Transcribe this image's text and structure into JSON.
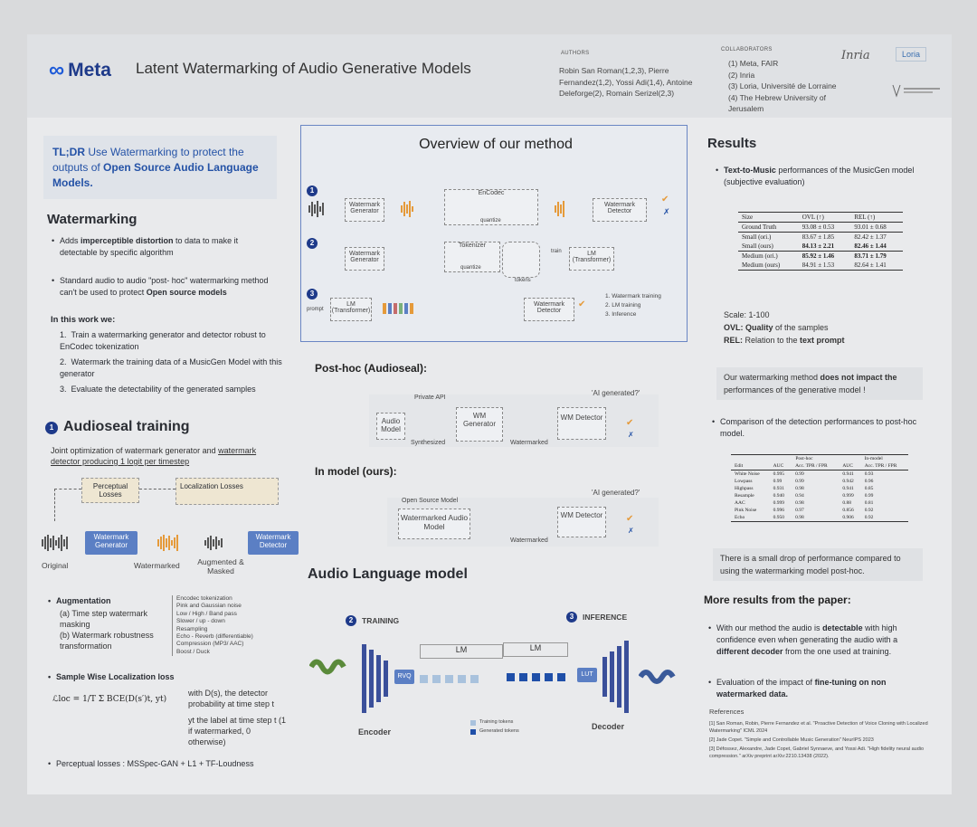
{
  "header": {
    "logo": "Meta",
    "title": "Latent Watermarking of Audio Generative Models",
    "authors_label": "AUTHORS",
    "authors": [
      "Robin San Roman(1,2,3), Pierre",
      "Fernandez(1,2), Yossi Adi(1,4), Antoine",
      "Deleforge(2), Romain Serizel(2,3)"
    ],
    "collab_label": "COLLABORATORS",
    "collaborators": [
      "(1) Meta, FAIR",
      "(2) Inria",
      "(3) Loria, Université de Lorraine",
      "(4) The Hebrew University of",
      "Jerusalem"
    ],
    "partner1": "Inria",
    "partner2": "Loria"
  },
  "tldr": {
    "t1": "TL;DR",
    "t2": " Use Watermarking to protect the outputs of ",
    "t3": "Open Source Audio Language Models."
  },
  "watermarking": {
    "heading": "Watermarking",
    "b1a": "Adds ",
    "b1b": "imperceptible distortion",
    "b1c": " to data to make it detectable by specific algorithm",
    "b2a": "Standard audio to audio \"post- hoc\" watermarking method can't be used to protect ",
    "b2b": "Open source models",
    "work_heading": "In this work we:",
    "steps": [
      "Train a watermarking generator and detector robust to EnCodec tokenization",
      "Watermark the training data of a MusicGen Model with this generator",
      "Evaluate the detectability of the generated samples"
    ]
  },
  "audioseal": {
    "number": "1",
    "heading": "Audioseal training",
    "desc1": "Joint optimization of watermark generator and ",
    "desc2": "watermark detector producing 1 logit per timestep",
    "perceptual_box": "Perceptual Losses",
    "localization_box": "Localization Losses",
    "generator": "Watermark Generator",
    "detector": "Watermark Detector",
    "original": "Original",
    "watermarked": "Watermarked",
    "augmented": "Augmented & Masked",
    "aug_heading": "Augmentation",
    "aug_a": "(a)  Time step watermark masking",
    "aug_b": "(b)  Watermark robustness transformation",
    "aug_list": [
      "Encodec tokenization",
      "Pink and Gaussian noise",
      "Low / High / Band pass",
      "Slower / up - down",
      "Resampling",
      "Echo - Reverb (differentiable)",
      "Compression (MP3/ AAC)",
      "Boost / Duck"
    ],
    "loc_heading": "Sample Wise Localization loss",
    "formula": "ℒloc = 1/T Σ BCE(D(s′)t, yt)",
    "note1": "with D(s), the detector probability at time step t",
    "note2": "yt the label at time step t (1 if watermarked, 0 otherwise)",
    "perc_line": "Perceptual losses : MSSpec-GAN + L1 + TF-Loudness"
  },
  "overview": {
    "title": "Overview of our method",
    "steps": [
      "1",
      "2",
      "3"
    ],
    "wm_generator": "Watermark Generator",
    "encodec": "EnCodec",
    "quantize": "quantize",
    "wm_detector": "Watermark Detector",
    "tokenizer": "Tokenizer",
    "tokens": "tokens",
    "train": "train",
    "lm": "LM (Transformer)",
    "prompt": "prompt",
    "legend": [
      "1. Watermark training",
      "2. LM training",
      "3. Inference"
    ]
  },
  "posthoc": {
    "heading": "Post-hoc (Audioseal):",
    "private_api": "Private API",
    "audio_model": "Audio Model",
    "wm_generator": "WM Generator",
    "synthesized": "Synthesized",
    "watermarked": "Watermarked",
    "wm_detector": "WM Detector",
    "question": "'AI generated?'"
  },
  "inmodel": {
    "heading": "In model (ours):",
    "open_source": "Open Source Model",
    "model": "Watermarked Audio Model",
    "watermarked": "Watermarked",
    "wm_detector": "WM Detector",
    "question": "'AI generated?'"
  },
  "alm": {
    "heading": "Audio Language model",
    "training_num": "2",
    "training": "TRAINING",
    "inference_num": "3",
    "inference": "INFERENCE",
    "lm": "LM",
    "rvq": "RVQ",
    "lut": "LUT",
    "encoder": "Encoder",
    "decoder": "Decoder",
    "legend_train": "Training tokens",
    "legend_gen": "Generated tokens"
  },
  "results": {
    "heading": "Results",
    "b1a": "Text-to-Music",
    "b1b": " performances of the MusicGen model (subjective evaluation)",
    "table1_header": [
      "Size",
      "OVL (↑)",
      "REL (↑)"
    ],
    "table1_rows": [
      [
        "Ground Truth",
        "93.08 ± 0.53",
        "93.01 ± 0.68"
      ],
      [
        "Small (ori.)",
        "83.67 ± 1.85",
        "82.42 ± 1.37"
      ],
      [
        "Small (ours)",
        "84.13 ± 2.21",
        "82.46 ± 1.44"
      ],
      [
        "Medium (ori.)",
        "85.92 ± 1.46",
        "83.71 ± 1.79"
      ],
      [
        "Medium (ours)",
        "84.91 ± 1.53",
        "82.64 ± 1.41"
      ]
    ],
    "scale": "Scale: 1-100",
    "ovl_a": "OVL:",
    "ovl_b": " Quality",
    "ovl_c": " of the samples",
    "rel_a": "REL:",
    "rel_b": "  Relation to the ",
    "rel_c": "text prompt",
    "note1a": "Our watermarking method ",
    "note1b": "does not impact the",
    "note1c": " performances of the generative model !",
    "b2": "Comparison of the detection performances to post-hoc model.",
    "table2_group": [
      "Post-hoc",
      "In-model"
    ],
    "table2_header": [
      "Edit",
      "AUC",
      "Acc. TPR / FPR",
      "AUC",
      "Acc. TPR / FPR"
    ],
    "table2_rows": [
      [
        "White Noise",
        "0.995",
        "0.99",
        "0.941",
        "0.93"
      ],
      [
        "Lowpass",
        "0.99",
        "0.99",
        "0.942",
        "0.96"
      ],
      [
        "Highpass",
        "0.931",
        "0.98",
        "0.941",
        "0.85"
      ],
      [
        "Resample",
        "0.940",
        "0.94",
        "0.999",
        "0.99"
      ],
      [
        "AAC",
        "0.999",
        "0.98",
        "0.88",
        "0.81"
      ],
      [
        "Pink Noise",
        "0.996",
        "0.97",
        "0.856",
        "0.92"
      ],
      [
        "Echo",
        "0.950",
        "0.98",
        "0.906",
        "0.92"
      ]
    ],
    "note2": "There is a small drop of performance compared to using the watermarking model post-hoc.",
    "more_heading": "More results from the paper:",
    "m1a": "With our method the audio is ",
    "m1b": "detectable",
    "m1c": " with high confidence even when generating the audio with a ",
    "m1d": "different decoder",
    "m1e": " from the one used at training.",
    "m2a": "Evaluation of the impact of ",
    "m2b": "fine-tuning on non watermarked data.",
    "refs_heading": "References",
    "refs": [
      "[1] San Roman, Robin, Pierre Fernandez et al. \"Proactive Detection of Voice Cloning with Localized Watermarking\" ICML 2024",
      "[2] Jade Copet. \"Simple and Controllable Music Generation\" NeurIPS 2023",
      "[3] Défossez, Alexandre, Jade Copet, Gabriel Synnaeve, and Yossi Adi. \"High fidelity neural audio compression.\" arXiv preprint arXiv:2210.13438 (2022)."
    ]
  },
  "colors": {
    "meta_blue": "#1e3a8a",
    "accent_blue": "#2452a6",
    "wm_orange": "#e59a3a",
    "box_blue": "#5b7fc4"
  }
}
